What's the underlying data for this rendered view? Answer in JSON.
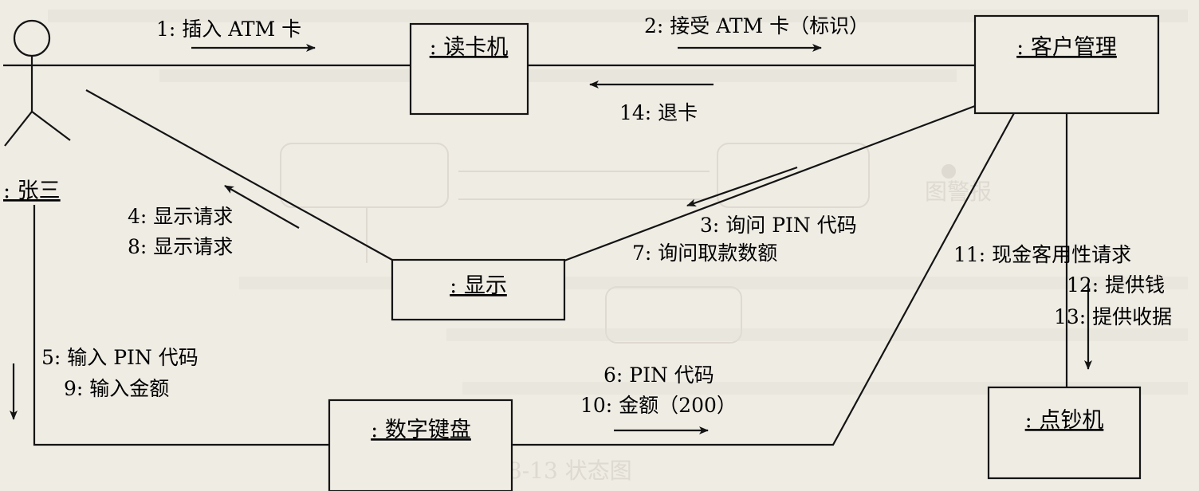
{
  "actor": {
    "name": ": 张三"
  },
  "objects": {
    "card_reader": ": 读卡机",
    "customer_mgmt": ": 客户管理",
    "display": ": 显示",
    "keypad": ": 数字键盘",
    "cash_dispenser": ": 点钞机"
  },
  "messages": [
    "1: 插入 ATM 卡",
    "2: 接受 ATM 卡（标识）",
    "14: 退卡",
    "3: 询问 PIN 代码",
    "7: 询问取款数额",
    "4: 显示请求",
    "8: 显示请求",
    "5: 输入 PIN 代码",
    "9: 输入金额",
    "6: PIN 代码",
    "10: 金额（200）",
    "11: 现金客用性请求",
    "12: 提供钱",
    "13: 提供收据"
  ]
}
